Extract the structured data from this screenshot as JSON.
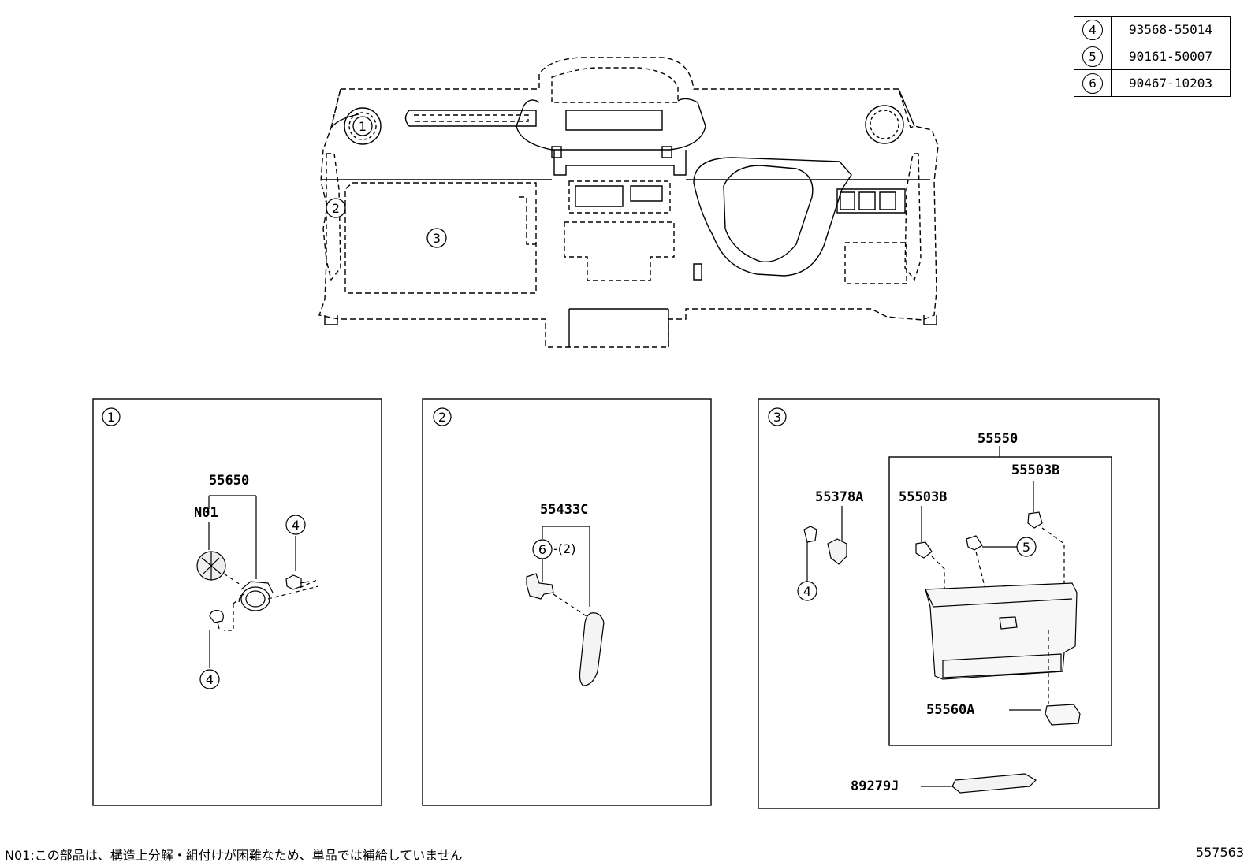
{
  "reference_table": [
    {
      "ref": "4",
      "part": "93568-55014"
    },
    {
      "ref": "5",
      "part": "90161-50007"
    },
    {
      "ref": "6",
      "part": "90467-10203"
    }
  ],
  "overview": {
    "callout_1": "1",
    "callout_2": "2",
    "callout_3": "3"
  },
  "panel1": {
    "title": "1",
    "assembly": "55650",
    "n01": "N01",
    "ref_top": "4",
    "ref_bottom": "4"
  },
  "panel2": {
    "title": "2",
    "part": "55433C",
    "ref": "6",
    "qty": "-(2)"
  },
  "panel3": {
    "title": "3",
    "assembly": "55550",
    "clip_a": "55378A",
    "ref_clip": "4",
    "stop_right": "55503B",
    "stop_left": "55503B",
    "ref_screw": "5",
    "latch": "55560A",
    "bracket": "89279J"
  },
  "footnote": "N01:この部品は、構造上分解・組付けが困難なため、単品では補給していません",
  "illustration_id": "557563"
}
